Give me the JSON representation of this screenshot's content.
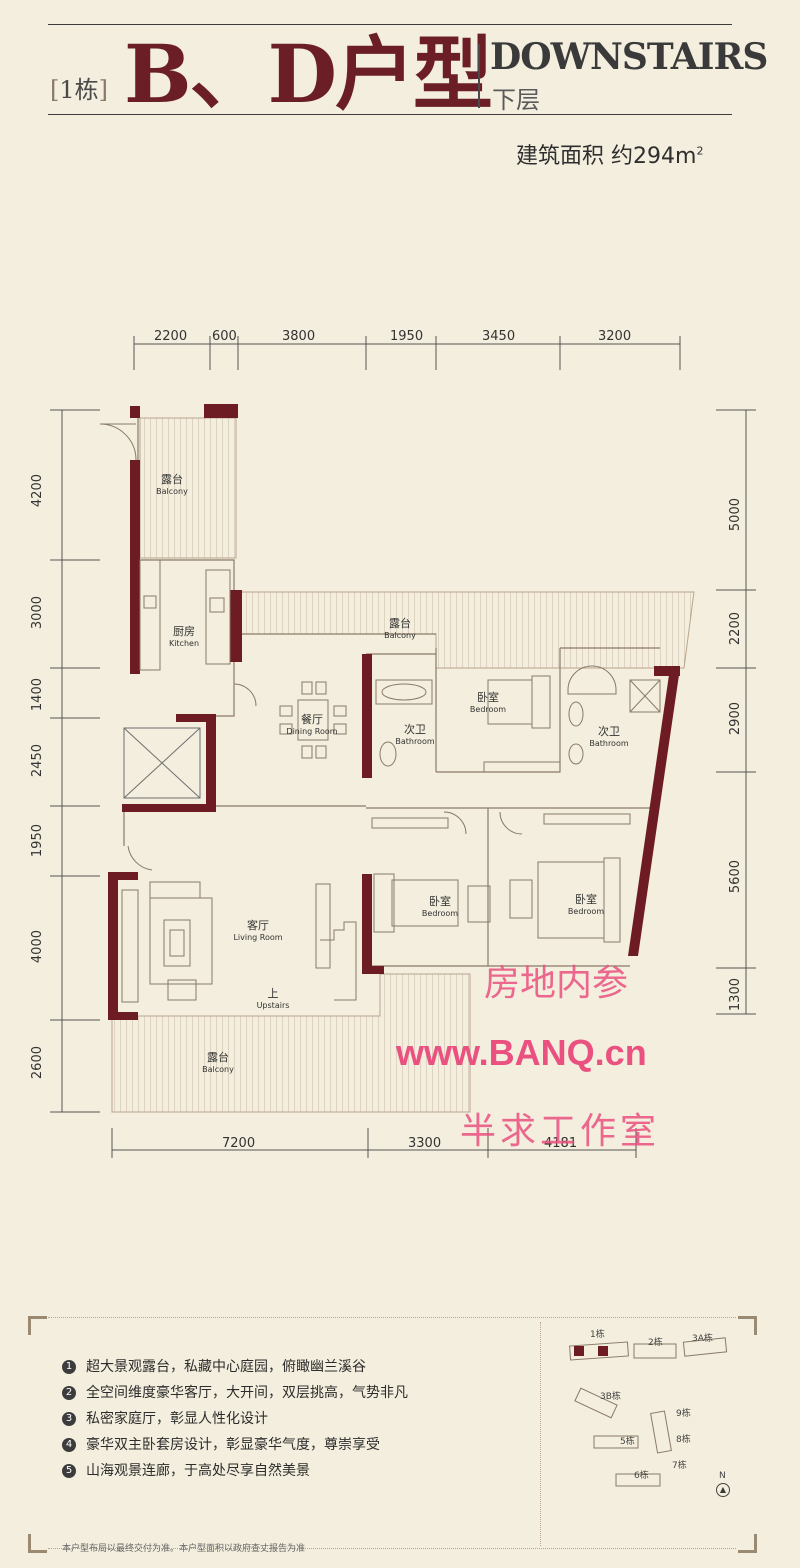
{
  "header": {
    "building_tag": "1栋",
    "unit_title": "B、D户型",
    "level_en": "DOWNSTAIRS",
    "level_cn": "下层",
    "area_label": "建筑面积",
    "area_value": "约294m",
    "area_sup": "2"
  },
  "dims": {
    "top": [
      "2200",
      "600",
      "3800",
      "1950",
      "3450",
      "3200"
    ],
    "bottom": [
      "7200",
      "3300",
      "4181"
    ],
    "left": [
      "4200",
      "3000",
      "1400",
      "2450",
      "1950",
      "4000",
      "2600"
    ],
    "right": [
      "5000",
      "2200",
      "2900",
      "5600",
      "1300"
    ]
  },
  "rooms": {
    "balcony_nw": {
      "cn": "露台",
      "en": "Balcony"
    },
    "kitchen": {
      "cn": "厨房",
      "en": "Kitchen"
    },
    "balcony_n": {
      "cn": "露台",
      "en": "Balcony"
    },
    "dining": {
      "cn": "餐厅",
      "en": "Dining Room"
    },
    "bath1": {
      "cn": "次卫",
      "en": "Bathroom"
    },
    "bed1": {
      "cn": "卧室",
      "en": "Bedroom"
    },
    "bath2": {
      "cn": "次卫",
      "en": "Bathroom"
    },
    "bed2": {
      "cn": "卧室",
      "en": "Bedroom"
    },
    "bed3": {
      "cn": "卧室",
      "en": "Bedroom"
    },
    "living": {
      "cn": "客厅",
      "en": "Living Room"
    },
    "upstairs": {
      "cn": "上",
      "en": "Upstairs"
    },
    "balcony_s": {
      "cn": "露台",
      "en": "Balcony"
    }
  },
  "watermark": {
    "line1": "房地内参",
    "line2": "www.BANQ.cn",
    "line3": "半求工作室"
  },
  "features": [
    {
      "num": "1",
      "text": "超大景观露台，私藏中心庭园，俯瞰幽兰溪谷"
    },
    {
      "num": "2",
      "text": "全空间维度豪华客厅，大开间，双层挑高，气势非凡"
    },
    {
      "num": "3",
      "text": "私密家庭厅，彰显人性化设计"
    },
    {
      "num": "4",
      "text": "豪华双主卧套房设计，彰显豪华气度，尊崇享受"
    },
    {
      "num": "5",
      "text": "山海观景连廊，于高处尽享自然美景"
    }
  ],
  "site_map": {
    "labels": [
      "1栋",
      "2栋",
      "3A栋",
      "3B栋",
      "9栋",
      "5栋",
      "8栋",
      "7栋",
      "6栋",
      "N"
    ]
  },
  "footer_note": "本户型布局以最终交付为准。本户型面积以政府查丈报告为准",
  "colors": {
    "wall": "#6e1c24",
    "line": "#8a7a6a",
    "bg": "#f3eedd",
    "watermark": "#ea5080"
  }
}
